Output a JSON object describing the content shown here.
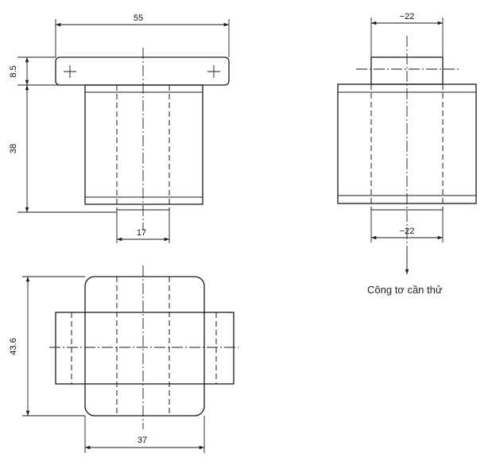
{
  "dimensions": {
    "width_top": "55",
    "flange_height": "8.5",
    "body_height": "38",
    "bottom_width": "17",
    "right_top": "−22",
    "right_bottom": "−22",
    "plan_height": "43.6",
    "plan_width": "37"
  },
  "caption": "Công tơ cần thử"
}
